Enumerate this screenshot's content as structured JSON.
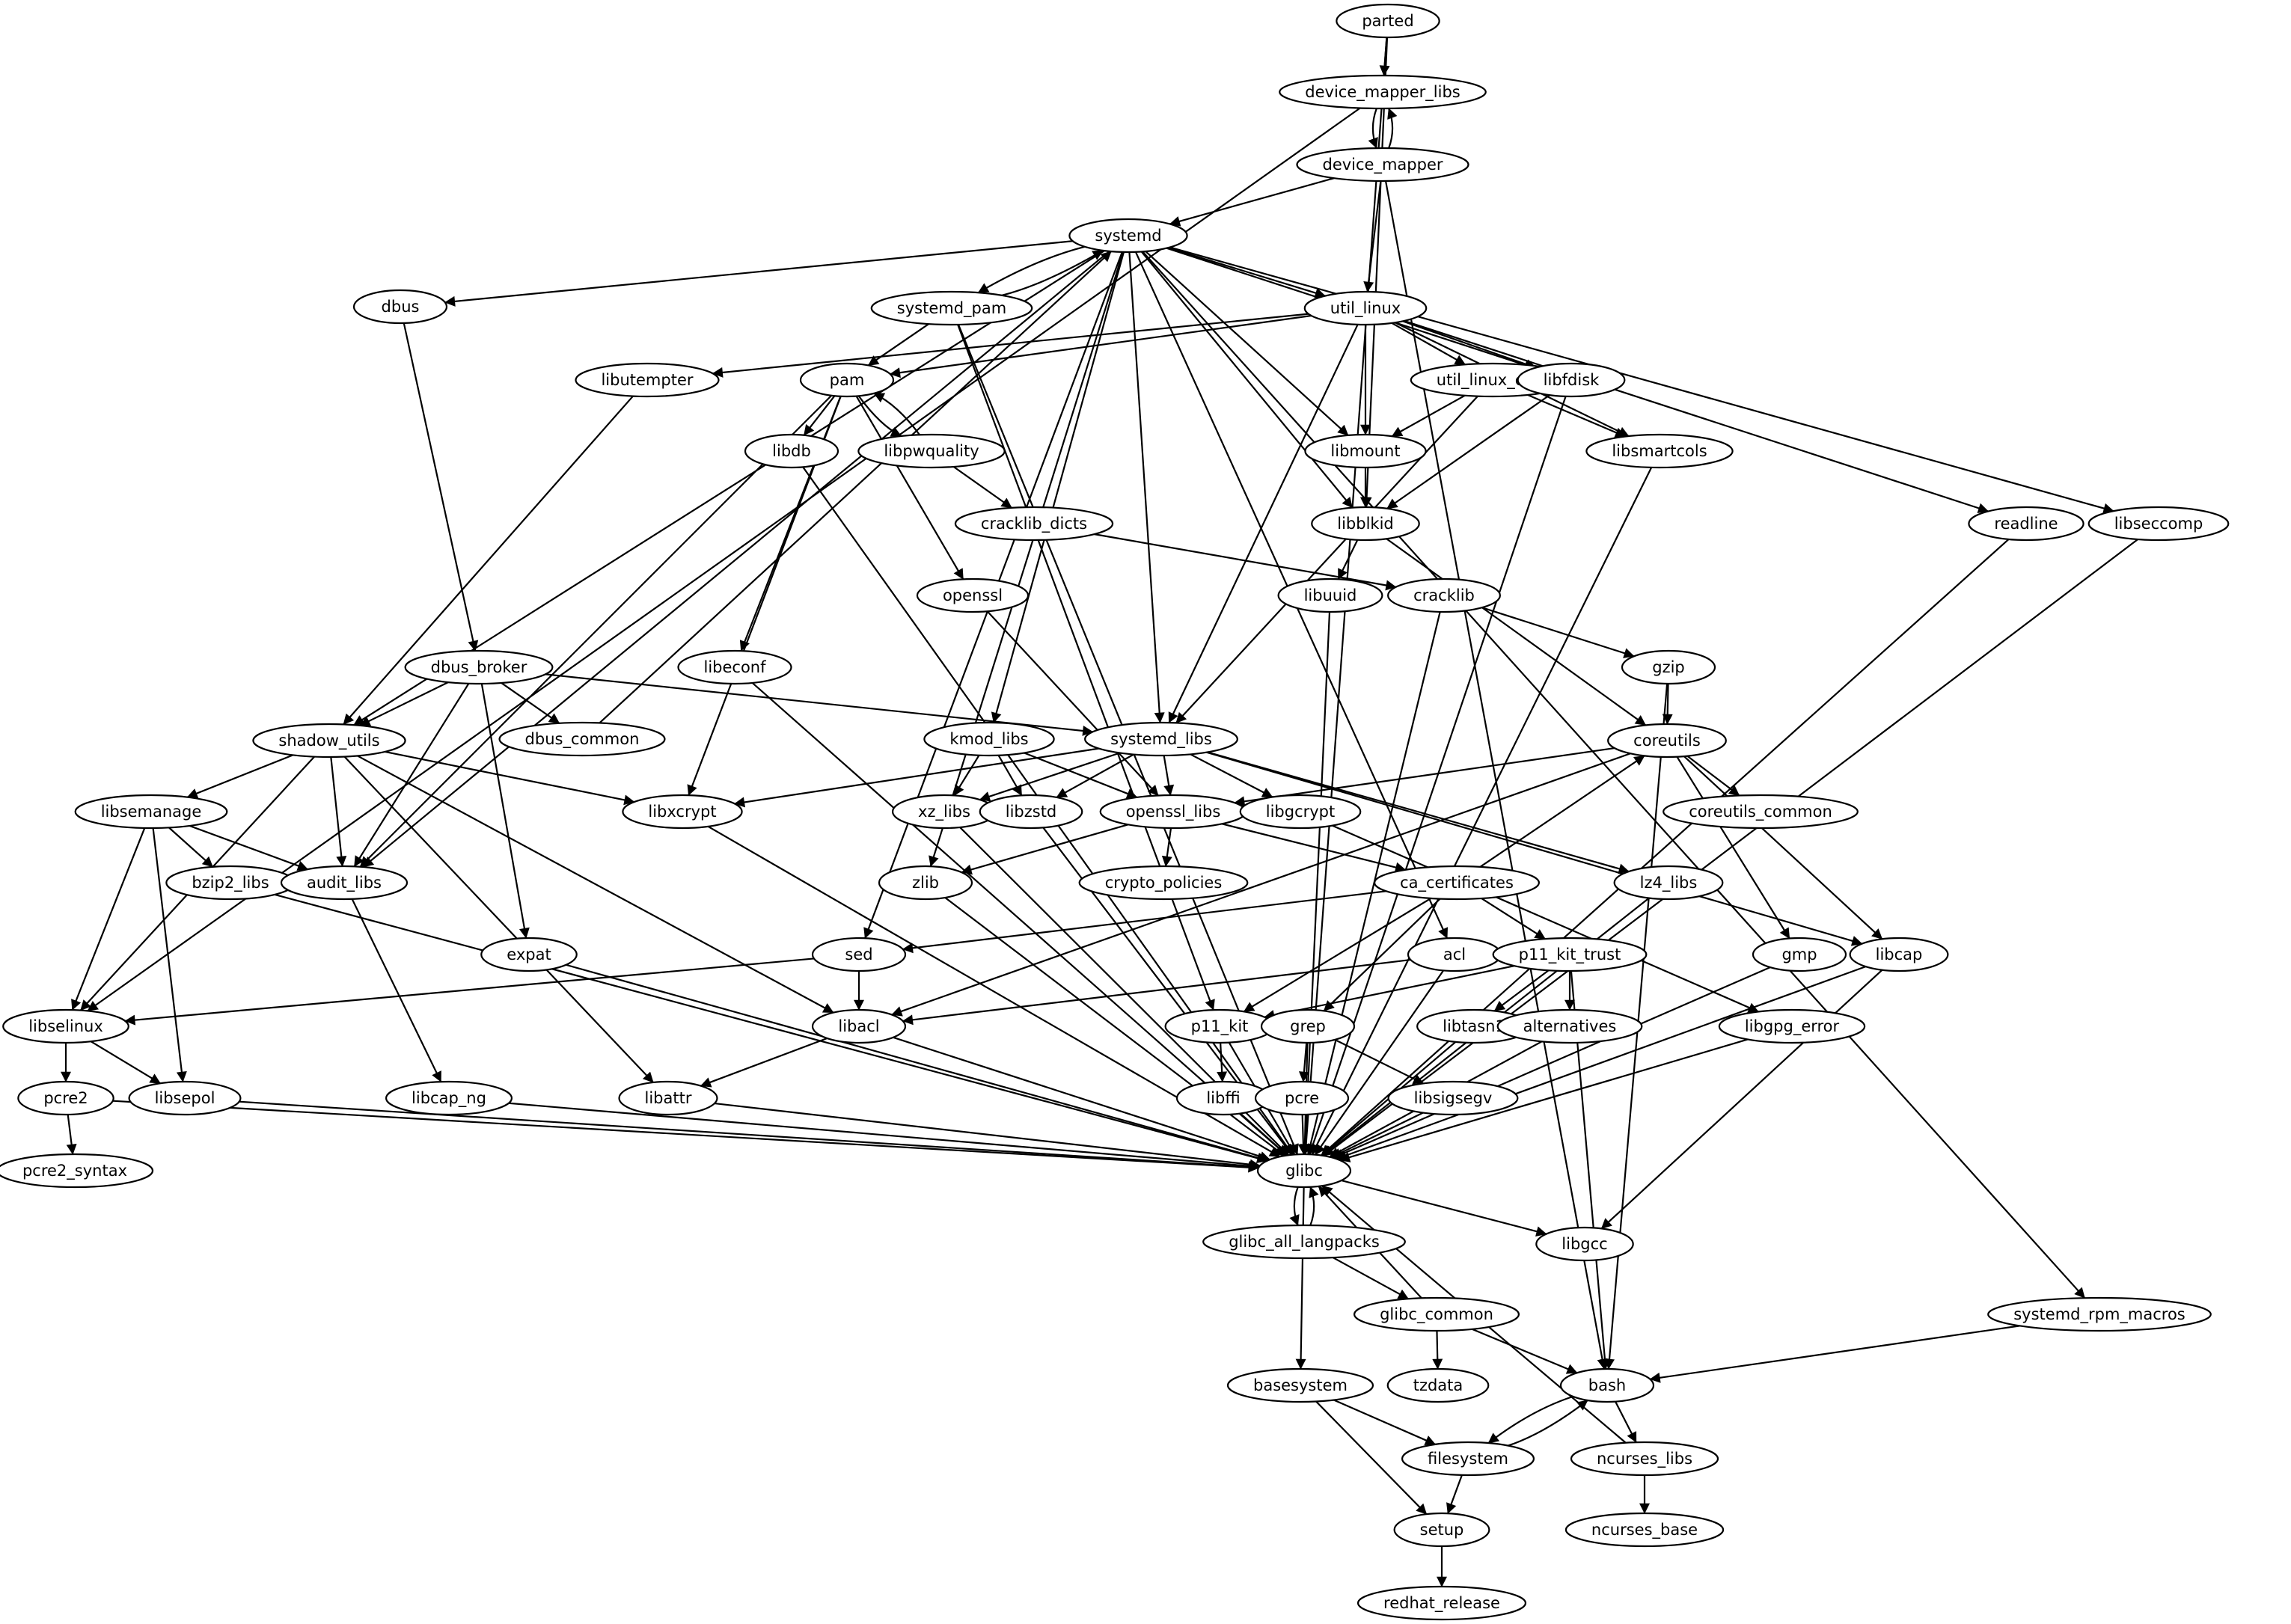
{
  "graph": {
    "nodes": [
      {
        "id": "parted",
        "label": "parted"
      },
      {
        "id": "device_mapper_libs",
        "label": "device_mapper_libs"
      },
      {
        "id": "device_mapper",
        "label": "device_mapper"
      },
      {
        "id": "systemd",
        "label": "systemd"
      },
      {
        "id": "dbus",
        "label": "dbus"
      },
      {
        "id": "systemd_pam",
        "label": "systemd_pam"
      },
      {
        "id": "util_linux",
        "label": "util_linux"
      },
      {
        "id": "libutempter",
        "label": "libutempter"
      },
      {
        "id": "pam",
        "label": "pam"
      },
      {
        "id": "util_linux_core",
        "label": "util_linux_core"
      },
      {
        "id": "libfdisk",
        "label": "libfdisk"
      },
      {
        "id": "libdb",
        "label": "libdb"
      },
      {
        "id": "libpwquality",
        "label": "libpwquality"
      },
      {
        "id": "libmount",
        "label": "libmount"
      },
      {
        "id": "libsmartcols",
        "label": "libsmartcols"
      },
      {
        "id": "cracklib_dicts",
        "label": "cracklib_dicts"
      },
      {
        "id": "libblkid",
        "label": "libblkid"
      },
      {
        "id": "readline",
        "label": "readline"
      },
      {
        "id": "libseccomp",
        "label": "libseccomp"
      },
      {
        "id": "openssl",
        "label": "openssl"
      },
      {
        "id": "libuuid",
        "label": "libuuid"
      },
      {
        "id": "cracklib",
        "label": "cracklib"
      },
      {
        "id": "libeconf",
        "label": "libeconf"
      },
      {
        "id": "dbus_broker",
        "label": "dbus_broker"
      },
      {
        "id": "gzip",
        "label": "gzip"
      },
      {
        "id": "shadow_utils",
        "label": "shadow_utils"
      },
      {
        "id": "dbus_common",
        "label": "dbus_common"
      },
      {
        "id": "kmod_libs",
        "label": "kmod_libs"
      },
      {
        "id": "systemd_libs",
        "label": "systemd_libs"
      },
      {
        "id": "coreutils",
        "label": "coreutils"
      },
      {
        "id": "libsemanage",
        "label": "libsemanage"
      },
      {
        "id": "libxcrypt",
        "label": "libxcrypt"
      },
      {
        "id": "xz_libs",
        "label": "xz_libs"
      },
      {
        "id": "libzstd",
        "label": "libzstd"
      },
      {
        "id": "openssl_libs",
        "label": "openssl_libs"
      },
      {
        "id": "libgcrypt",
        "label": "libgcrypt"
      },
      {
        "id": "coreutils_common",
        "label": "coreutils_common"
      },
      {
        "id": "bzip2_libs",
        "label": "bzip2_libs"
      },
      {
        "id": "audit_libs",
        "label": "audit_libs"
      },
      {
        "id": "zlib",
        "label": "zlib"
      },
      {
        "id": "crypto_policies",
        "label": "crypto_policies"
      },
      {
        "id": "ca_certificates",
        "label": "ca_certificates"
      },
      {
        "id": "lz4_libs",
        "label": "lz4_libs"
      },
      {
        "id": "expat",
        "label": "expat"
      },
      {
        "id": "sed",
        "label": "sed"
      },
      {
        "id": "acl",
        "label": "acl"
      },
      {
        "id": "p11_kit_trust",
        "label": "p11_kit_trust"
      },
      {
        "id": "gmp",
        "label": "gmp"
      },
      {
        "id": "libcap",
        "label": "libcap"
      },
      {
        "id": "libselinux",
        "label": "libselinux"
      },
      {
        "id": "libacl",
        "label": "libacl"
      },
      {
        "id": "p11_kit",
        "label": "p11_kit"
      },
      {
        "id": "grep",
        "label": "grep"
      },
      {
        "id": "libtasn1",
        "label": "libtasn1"
      },
      {
        "id": "alternatives",
        "label": "alternatives"
      },
      {
        "id": "libgpg_error",
        "label": "libgpg_error"
      },
      {
        "id": "pcre2",
        "label": "pcre2"
      },
      {
        "id": "libsepol",
        "label": "libsepol"
      },
      {
        "id": "libcap_ng",
        "label": "libcap_ng"
      },
      {
        "id": "libattr",
        "label": "libattr"
      },
      {
        "id": "libffi",
        "label": "libffi"
      },
      {
        "id": "pcre",
        "label": "pcre"
      },
      {
        "id": "libsigsegv",
        "label": "libsigsegv"
      },
      {
        "id": "pcre2_syntax",
        "label": "pcre2_syntax"
      },
      {
        "id": "glibc",
        "label": "glibc"
      },
      {
        "id": "glibc_all_langpacks",
        "label": "glibc_all_langpacks"
      },
      {
        "id": "libgcc",
        "label": "libgcc"
      },
      {
        "id": "glibc_common",
        "label": "glibc_common"
      },
      {
        "id": "systemd_rpm_macros",
        "label": "systemd_rpm_macros"
      },
      {
        "id": "basesystem",
        "label": "basesystem"
      },
      {
        "id": "tzdata",
        "label": "tzdata"
      },
      {
        "id": "bash",
        "label": "bash"
      },
      {
        "id": "filesystem",
        "label": "filesystem"
      },
      {
        "id": "ncurses_libs",
        "label": "ncurses_libs"
      },
      {
        "id": "setup",
        "label": "setup"
      },
      {
        "id": "ncurses_base",
        "label": "ncurses_base"
      },
      {
        "id": "redhat_release",
        "label": "redhat_release"
      }
    ],
    "edges": [
      {
        "from": "parted",
        "to": "device_mapper_libs"
      },
      {
        "from": "parted",
        "to": "libblkid"
      },
      {
        "from": "parted",
        "to": "glibc"
      },
      {
        "from": "device_mapper_libs",
        "to": "device_mapper"
      },
      {
        "from": "device_mapper_libs",
        "to": "libselinux"
      },
      {
        "from": "device_mapper",
        "to": "device_mapper_libs"
      },
      {
        "from": "device_mapper",
        "to": "systemd"
      },
      {
        "from": "device_mapper",
        "to": "util_linux"
      },
      {
        "from": "device_mapper",
        "to": "bash"
      },
      {
        "from": "systemd",
        "to": "dbus"
      },
      {
        "from": "systemd",
        "to": "systemd_pam"
      },
      {
        "from": "systemd",
        "to": "util_linux"
      },
      {
        "from": "systemd",
        "to": "libfdisk"
      },
      {
        "from": "systemd",
        "to": "libmount"
      },
      {
        "from": "systemd",
        "to": "libblkid"
      },
      {
        "from": "systemd",
        "to": "libseccomp"
      },
      {
        "from": "systemd",
        "to": "shadow_utils"
      },
      {
        "from": "systemd",
        "to": "kmod_libs"
      },
      {
        "from": "systemd",
        "to": "systemd_libs"
      },
      {
        "from": "systemd",
        "to": "audit_libs"
      },
      {
        "from": "systemd",
        "to": "zlib"
      },
      {
        "from": "systemd",
        "to": "sed"
      },
      {
        "from": "systemd",
        "to": "acl"
      },
      {
        "from": "systemd",
        "to": "systemd_rpm_macros"
      },
      {
        "from": "systemd_pam",
        "to": "systemd"
      },
      {
        "from": "systemd_pam",
        "to": "pam"
      },
      {
        "from": "systemd_pam",
        "to": "glibc"
      },
      {
        "from": "systemd_pam",
        "to": "p11_kit"
      },
      {
        "from": "dbus",
        "to": "dbus_broker"
      },
      {
        "from": "dbus_common",
        "to": "systemd"
      },
      {
        "from": "util_linux",
        "to": "libutempter"
      },
      {
        "from": "util_linux",
        "to": "pam"
      },
      {
        "from": "util_linux",
        "to": "util_linux_core"
      },
      {
        "from": "util_linux",
        "to": "libfdisk"
      },
      {
        "from": "util_linux",
        "to": "libmount"
      },
      {
        "from": "util_linux",
        "to": "libsmartcols"
      },
      {
        "from": "util_linux",
        "to": "readline"
      },
      {
        "from": "util_linux",
        "to": "systemd_libs"
      },
      {
        "from": "util_linux_core",
        "to": "libmount"
      },
      {
        "from": "util_linux_core",
        "to": "libsmartcols"
      },
      {
        "from": "util_linux_core",
        "to": "systemd_libs"
      },
      {
        "from": "libfdisk",
        "to": "libblkid"
      },
      {
        "from": "libfdisk",
        "to": "glibc"
      },
      {
        "from": "libmount",
        "to": "libblkid"
      },
      {
        "from": "libsmartcols",
        "to": "glibc"
      },
      {
        "from": "libblkid",
        "to": "libuuid"
      },
      {
        "from": "libblkid",
        "to": "coreutils"
      },
      {
        "from": "libuuid",
        "to": "glibc"
      },
      {
        "from": "readline",
        "to": "glibc"
      },
      {
        "from": "libseccomp",
        "to": "glibc"
      },
      {
        "from": "libutempter",
        "to": "shadow_utils"
      },
      {
        "from": "pam",
        "to": "libdb"
      },
      {
        "from": "pam",
        "to": "libpwquality"
      },
      {
        "from": "pam",
        "to": "openssl"
      },
      {
        "from": "pam",
        "to": "libeconf"
      },
      {
        "from": "pam",
        "to": "libxcrypt"
      },
      {
        "from": "pam",
        "to": "audit_libs"
      },
      {
        "from": "libpwquality",
        "to": "pam"
      },
      {
        "from": "libpwquality",
        "to": "cracklib_dicts"
      },
      {
        "from": "cracklib_dicts",
        "to": "cracklib"
      },
      {
        "from": "cracklib",
        "to": "gzip"
      },
      {
        "from": "cracklib",
        "to": "glibc"
      },
      {
        "from": "gzip",
        "to": "coreutils"
      },
      {
        "from": "gzip",
        "to": "bash"
      },
      {
        "from": "libdb",
        "to": "glibc"
      },
      {
        "from": "libeconf",
        "to": "glibc"
      },
      {
        "from": "openssl",
        "to": "openssl_libs"
      },
      {
        "from": "dbus_broker",
        "to": "shadow_utils"
      },
      {
        "from": "dbus_broker",
        "to": "dbus_common"
      },
      {
        "from": "dbus_broker",
        "to": "systemd_libs"
      },
      {
        "from": "dbus_broker",
        "to": "audit_libs"
      },
      {
        "from": "dbus_broker",
        "to": "expat"
      },
      {
        "from": "shadow_utils",
        "to": "libsemanage"
      },
      {
        "from": "shadow_utils",
        "to": "libselinux"
      },
      {
        "from": "shadow_utils",
        "to": "audit_libs"
      },
      {
        "from": "shadow_utils",
        "to": "libxcrypt"
      },
      {
        "from": "shadow_utils",
        "to": "libacl"
      },
      {
        "from": "shadow_utils",
        "to": "libattr"
      },
      {
        "from": "kmod_libs",
        "to": "xz_libs"
      },
      {
        "from": "kmod_libs",
        "to": "libzstd"
      },
      {
        "from": "kmod_libs",
        "to": "openssl_libs"
      },
      {
        "from": "systemd_libs",
        "to": "libxcrypt"
      },
      {
        "from": "systemd_libs",
        "to": "xz_libs"
      },
      {
        "from": "systemd_libs",
        "to": "libzstd"
      },
      {
        "from": "systemd_libs",
        "to": "openssl_libs"
      },
      {
        "from": "systemd_libs",
        "to": "libgcrypt"
      },
      {
        "from": "systemd_libs",
        "to": "lz4_libs"
      },
      {
        "from": "systemd_libs",
        "to": "libcap"
      },
      {
        "from": "coreutils",
        "to": "openssl_libs"
      },
      {
        "from": "coreutils",
        "to": "coreutils_common"
      },
      {
        "from": "coreutils",
        "to": "gmp"
      },
      {
        "from": "coreutils",
        "to": "libcap"
      },
      {
        "from": "coreutils",
        "to": "libacl"
      },
      {
        "from": "libsemanage",
        "to": "bzip2_libs"
      },
      {
        "from": "libsemanage",
        "to": "audit_libs"
      },
      {
        "from": "libsemanage",
        "to": "libselinux"
      },
      {
        "from": "libsemanage",
        "to": "libsepol"
      },
      {
        "from": "libxcrypt",
        "to": "glibc"
      },
      {
        "from": "xz_libs",
        "to": "glibc"
      },
      {
        "from": "libzstd",
        "to": "glibc"
      },
      {
        "from": "openssl_libs",
        "to": "zlib"
      },
      {
        "from": "openssl_libs",
        "to": "crypto_policies"
      },
      {
        "from": "openssl_libs",
        "to": "ca_certificates"
      },
      {
        "from": "libgcrypt",
        "to": "libgpg_error"
      },
      {
        "from": "bzip2_libs",
        "to": "glibc"
      },
      {
        "from": "audit_libs",
        "to": "libcap_ng"
      },
      {
        "from": "zlib",
        "to": "glibc"
      },
      {
        "from": "ca_certificates",
        "to": "coreutils"
      },
      {
        "from": "ca_certificates",
        "to": "sed"
      },
      {
        "from": "ca_certificates",
        "to": "p11_kit_trust"
      },
      {
        "from": "ca_certificates",
        "to": "p11_kit"
      },
      {
        "from": "ca_certificates",
        "to": "grep"
      },
      {
        "from": "lz4_libs",
        "to": "glibc"
      },
      {
        "from": "expat",
        "to": "glibc"
      },
      {
        "from": "sed",
        "to": "libselinux"
      },
      {
        "from": "sed",
        "to": "libacl"
      },
      {
        "from": "acl",
        "to": "libacl"
      },
      {
        "from": "acl",
        "to": "glibc"
      },
      {
        "from": "p11_kit_trust",
        "to": "p11_kit"
      },
      {
        "from": "p11_kit_trust",
        "to": "libtasn1"
      },
      {
        "from": "p11_kit_trust",
        "to": "alternatives"
      },
      {
        "from": "p11_kit_trust",
        "to": "bash"
      },
      {
        "from": "gmp",
        "to": "glibc"
      },
      {
        "from": "libcap",
        "to": "glibc"
      },
      {
        "from": "libcap",
        "to": "libgcc"
      },
      {
        "from": "libselinux",
        "to": "pcre2"
      },
      {
        "from": "libselinux",
        "to": "libsepol"
      },
      {
        "from": "libacl",
        "to": "libattr"
      },
      {
        "from": "libacl",
        "to": "glibc"
      },
      {
        "from": "p11_kit",
        "to": "libffi"
      },
      {
        "from": "p11_kit",
        "to": "glibc"
      },
      {
        "from": "grep",
        "to": "pcre"
      },
      {
        "from": "grep",
        "to": "libsigsegv"
      },
      {
        "from": "grep",
        "to": "glibc"
      },
      {
        "from": "libtasn1",
        "to": "glibc"
      },
      {
        "from": "alternatives",
        "to": "glibc"
      },
      {
        "from": "libgpg_error",
        "to": "glibc"
      },
      {
        "from": "pcre2",
        "to": "pcre2_syntax"
      },
      {
        "from": "pcre2",
        "to": "glibc"
      },
      {
        "from": "libsepol",
        "to": "glibc"
      },
      {
        "from": "libcap_ng",
        "to": "glibc"
      },
      {
        "from": "libattr",
        "to": "glibc"
      },
      {
        "from": "libffi",
        "to": "glibc"
      },
      {
        "from": "pcre",
        "to": "glibc"
      },
      {
        "from": "libsigsegv",
        "to": "glibc"
      },
      {
        "from": "glibc",
        "to": "glibc_all_langpacks"
      },
      {
        "from": "glibc",
        "to": "libgcc"
      },
      {
        "from": "glibc",
        "to": "basesystem"
      },
      {
        "from": "glibc_all_langpacks",
        "to": "glibc"
      },
      {
        "from": "glibc_all_langpacks",
        "to": "glibc_common"
      },
      {
        "from": "glibc_common",
        "to": "glibc"
      },
      {
        "from": "glibc_common",
        "to": "tzdata"
      },
      {
        "from": "glibc_common",
        "to": "bash"
      },
      {
        "from": "systemd_rpm_macros",
        "to": "bash"
      },
      {
        "from": "basesystem",
        "to": "filesystem"
      },
      {
        "from": "basesystem",
        "to": "setup"
      },
      {
        "from": "bash",
        "to": "filesystem"
      },
      {
        "from": "bash",
        "to": "ncurses_libs"
      },
      {
        "from": "filesystem",
        "to": "bash"
      },
      {
        "from": "filesystem",
        "to": "setup"
      },
      {
        "from": "ncurses_libs",
        "to": "glibc"
      },
      {
        "from": "ncurses_libs",
        "to": "ncurses_base"
      },
      {
        "from": "setup",
        "to": "redhat_release"
      }
    ]
  }
}
